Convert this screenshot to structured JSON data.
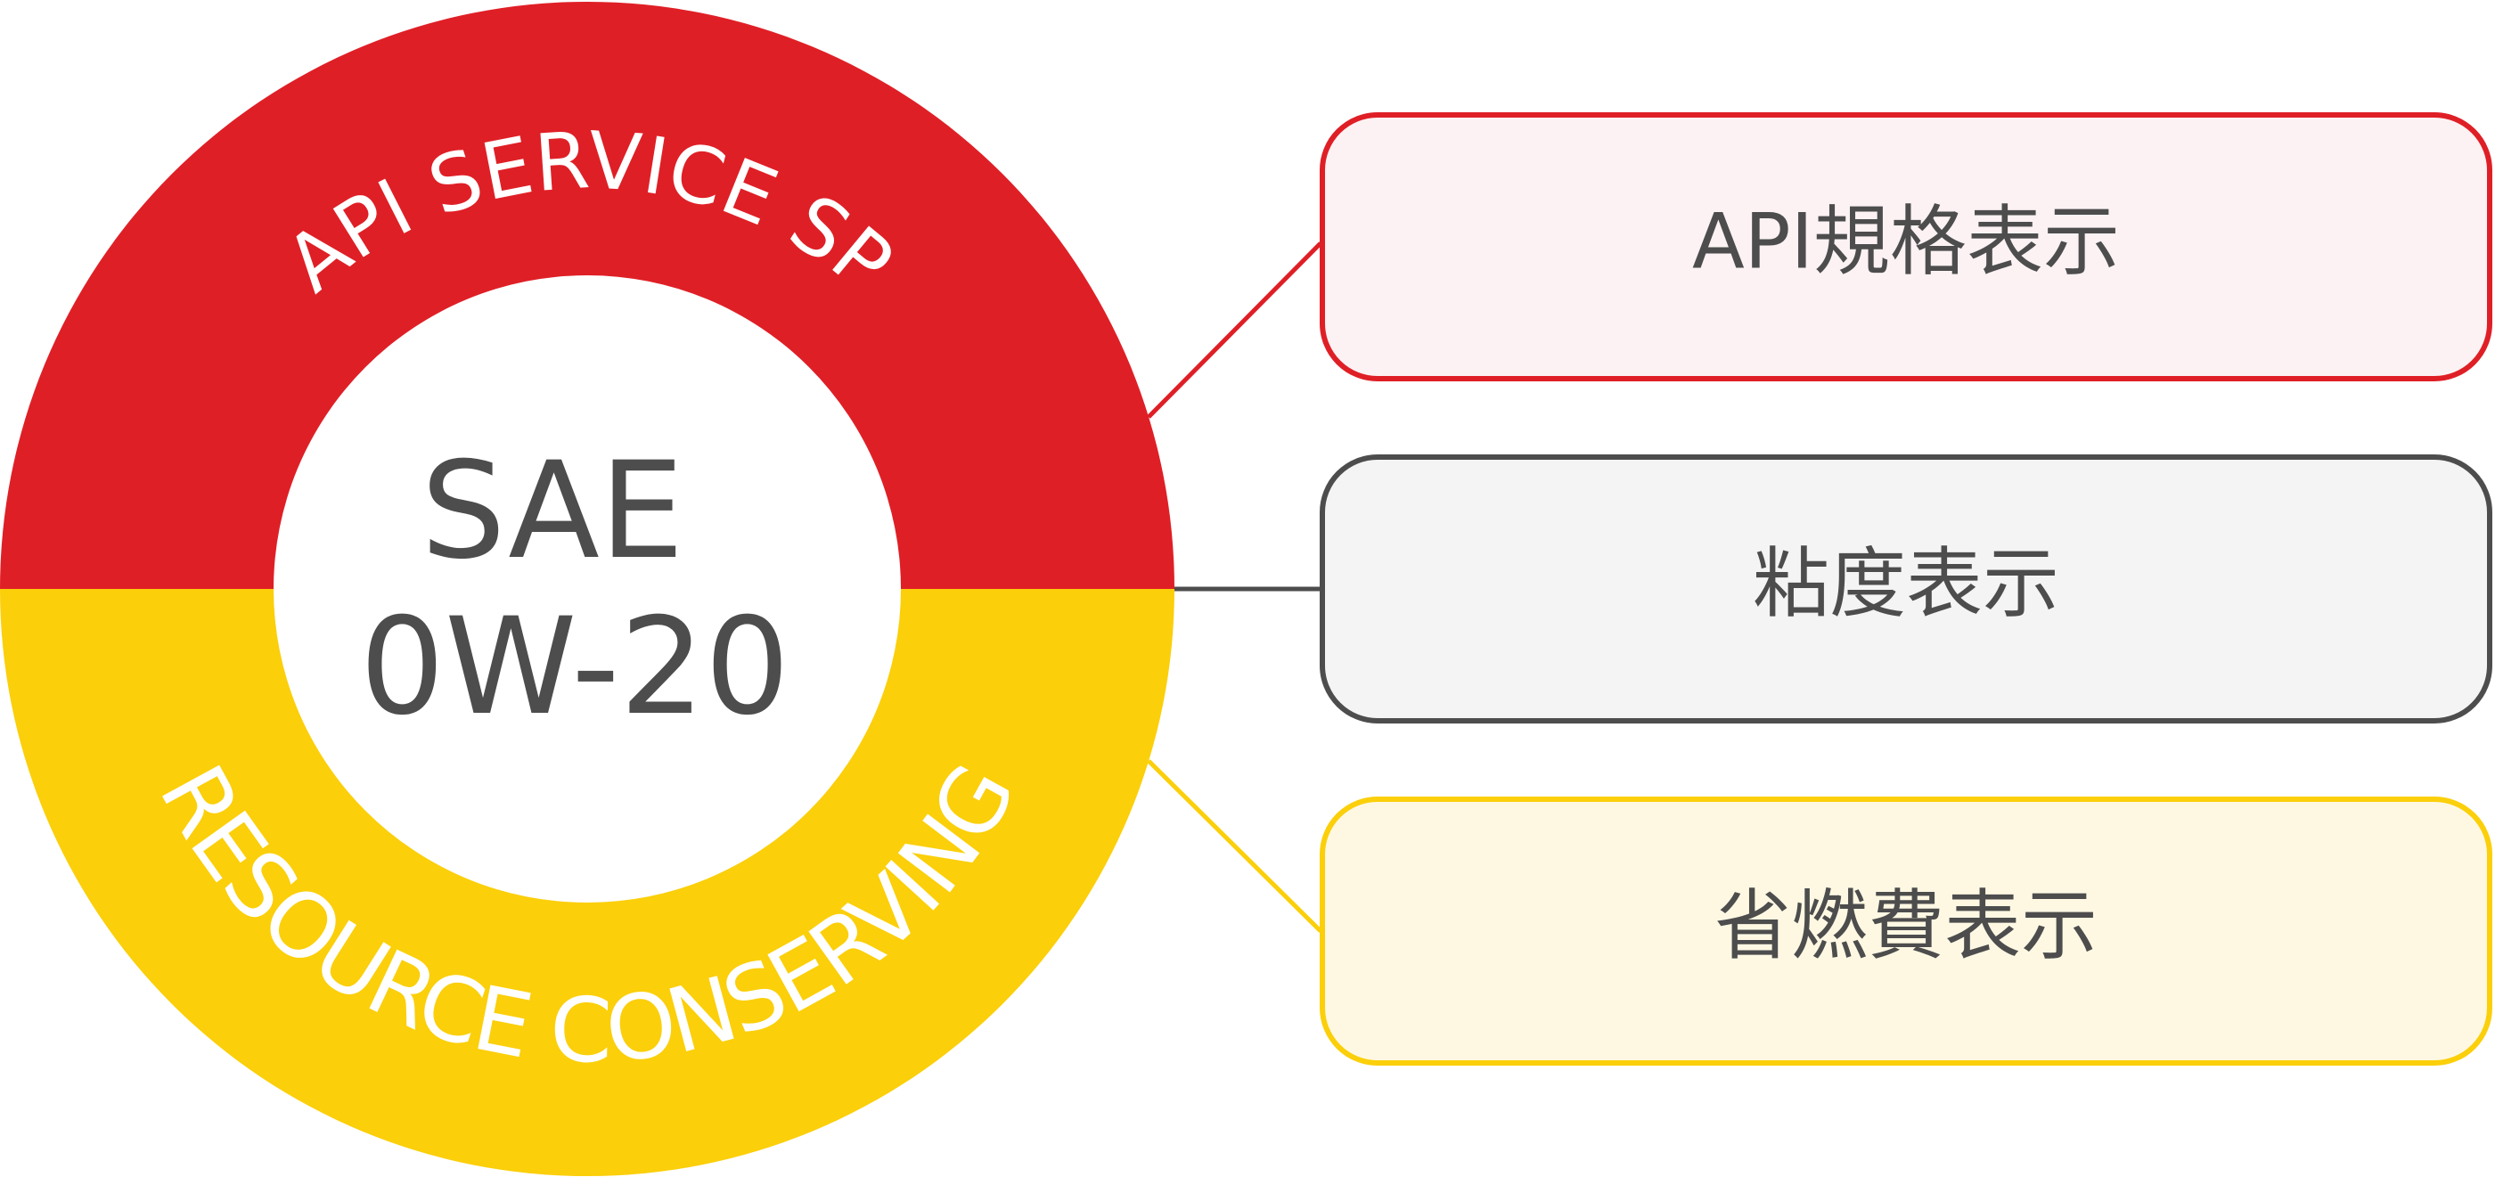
{
  "ring": {
    "top_label": "API SERVICE SP",
    "bottom_label": "RESOURCE CONSERVING",
    "top_color": "#DF1F26",
    "bottom_color": "#FBCF0A"
  },
  "center": {
    "line1": "SAE",
    "line2": "0W-20"
  },
  "boxes": [
    {
      "label": "API規格表示",
      "border": "#DF1F26",
      "fill": "#FCF2F3"
    },
    {
      "label": "粘度表示",
      "border": "#4D4D4D",
      "fill": "#F4F4F4"
    },
    {
      "label": "省燃費表示",
      "border": "#FBCF0A",
      "fill": "#FEF8E3"
    }
  ]
}
